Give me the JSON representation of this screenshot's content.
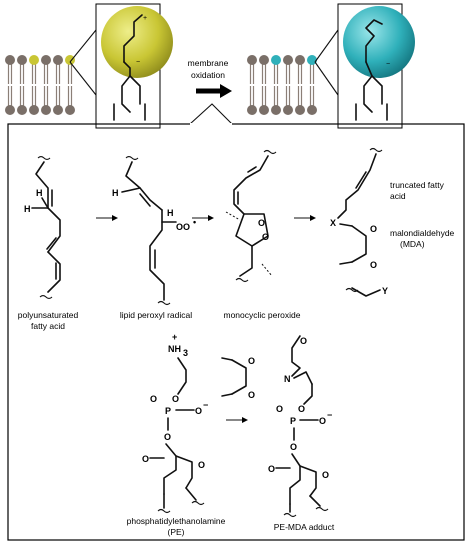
{
  "colors": {
    "yellow_sphere": "#c9c634",
    "teal_sphere": "#2fb0ba",
    "lipid_head": "#7a6f68",
    "lipid_tail": "#8b7f77",
    "frame": "#000000"
  },
  "top": {
    "arrow_label_line1": "membrane",
    "arrow_label_line2": "oxidation"
  },
  "steps": {
    "pufa_line1": "polyunsaturated",
    "pufa_line2": "fatty acid",
    "radical": "lipid peroxyl radical",
    "peroxide": "monocyclic peroxide",
    "truncated_line1": "truncated fatty",
    "truncated_line2": "acid",
    "mda_line1": "malondialdehyde",
    "mda_line2": "(MDA)"
  },
  "bottom": {
    "pe_line1": "phosphatidylethanolamine",
    "pe_line2": "(PE)",
    "adduct": "PE-MDA adduct"
  },
  "atoms": {
    "H": "H",
    "O": "O",
    "N": "N",
    "P": "P",
    "X": "X",
    "Y": "Y",
    "OO_radical": "OO",
    "radical_dot": "•",
    "NH3": "NH",
    "sub3": "3",
    "plus": "+",
    "minus": "−"
  }
}
